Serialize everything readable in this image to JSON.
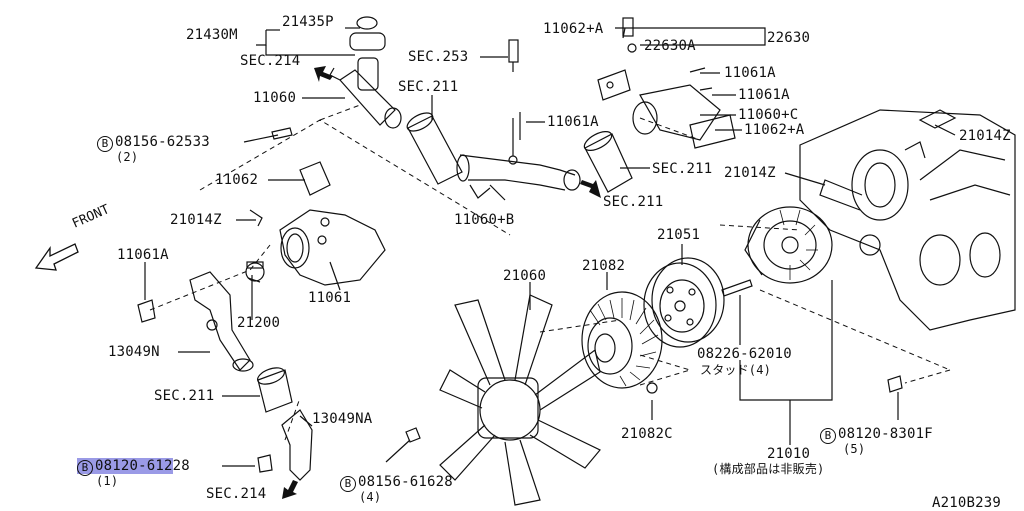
{
  "labels": {
    "p21430M": "21430M",
    "p21435P": "21435P",
    "sec214_top": "SEC.214",
    "p11060": "11060",
    "b08156_62533": "08156-62533",
    "q2": "(2)",
    "sec253": "SEC.253",
    "sec211_a": "SEC.211",
    "p11061A_c": "11061A",
    "p11062": "11062",
    "p21014Z_l": "21014Z",
    "front": "FRONT",
    "p11061A_l": "11061A",
    "p21200": "21200",
    "p11061": "11061",
    "p13049N": "13049N",
    "sec211_b": "SEC.211",
    "p13049NA": "13049NA",
    "b08120_61228_a": "08120-612",
    "b08120_61228_b": "28",
    "q1": "(1)",
    "sec214_bot": "SEC.214",
    "p11062A_top": "11062+A",
    "p22630": "22630",
    "p22630A": "22630A",
    "p11061A_r1": "11061A",
    "p11061A_r2": "11061A",
    "p11060C": "11060+C",
    "p11062A_r": "11062+A",
    "sec211_c": "SEC.211",
    "p11060B": "11060+B",
    "sec211_d": "SEC.211",
    "p21014Z_r1": "21014Z",
    "p21014Z_r2": "21014Z",
    "p21051": "21051",
    "p21082": "21082",
    "p21060": "21060",
    "p08226": "08226-62010",
    "stud": "スタッド(4)",
    "p21082C": "21082C",
    "b08120_8301F": "08120-8301F",
    "q5": "(5)",
    "p21010": "21010",
    "note": "(構成部品は非販売)",
    "b08156_61628": "08156-61628",
    "q4": "(4)",
    "code": "A210B239",
    "bolt_mark": "B"
  }
}
